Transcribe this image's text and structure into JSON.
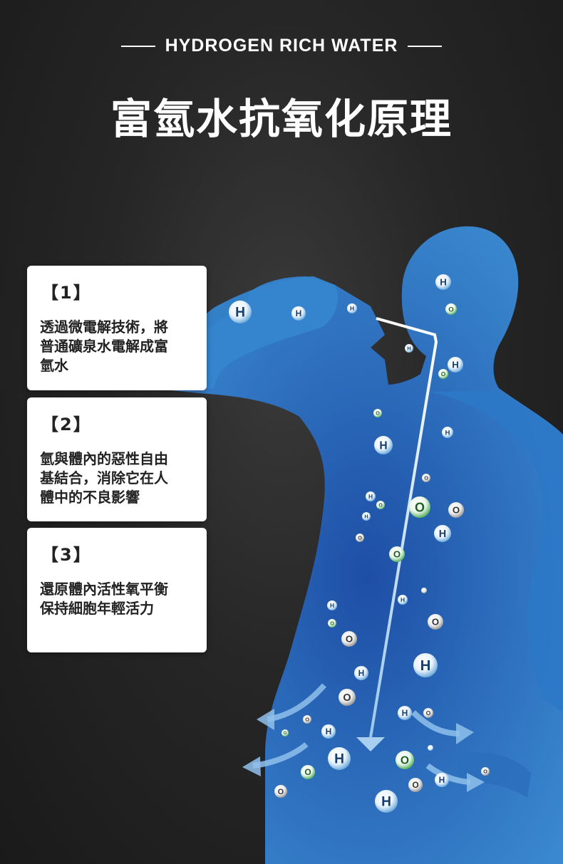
{
  "header": {
    "tagline": "HYDROGEN RICH WATER",
    "title": "富氫水抗氧化原理"
  },
  "cards": [
    {
      "number": "【1】",
      "text": "透過微電解技術，將\n普通礦泉水電解成富\n氫水"
    },
    {
      "number": "【2】",
      "text": "氫與體內的惡性自由\n基結合，消除它在人\n體中的不良影響"
    },
    {
      "number": "【3】",
      "text": "還原體內活性氧平衡\n保持細胞年輕活力"
    }
  ],
  "molecules": {
    "hydrogen_label": "H",
    "oxygen_label": "O"
  },
  "colors": {
    "background": "#262626",
    "body": "#2f7fc8",
    "hydrogen": "#5aa0d8",
    "oxygen": "#7e7e7e",
    "oxygen_green": "#3fa649"
  }
}
